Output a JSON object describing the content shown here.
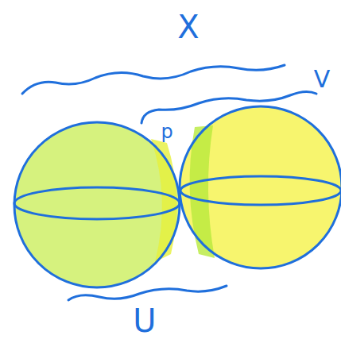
{
  "diagram": {
    "labels": [
      "X",
      "V",
      "p",
      "U"
    ]
  }
}
